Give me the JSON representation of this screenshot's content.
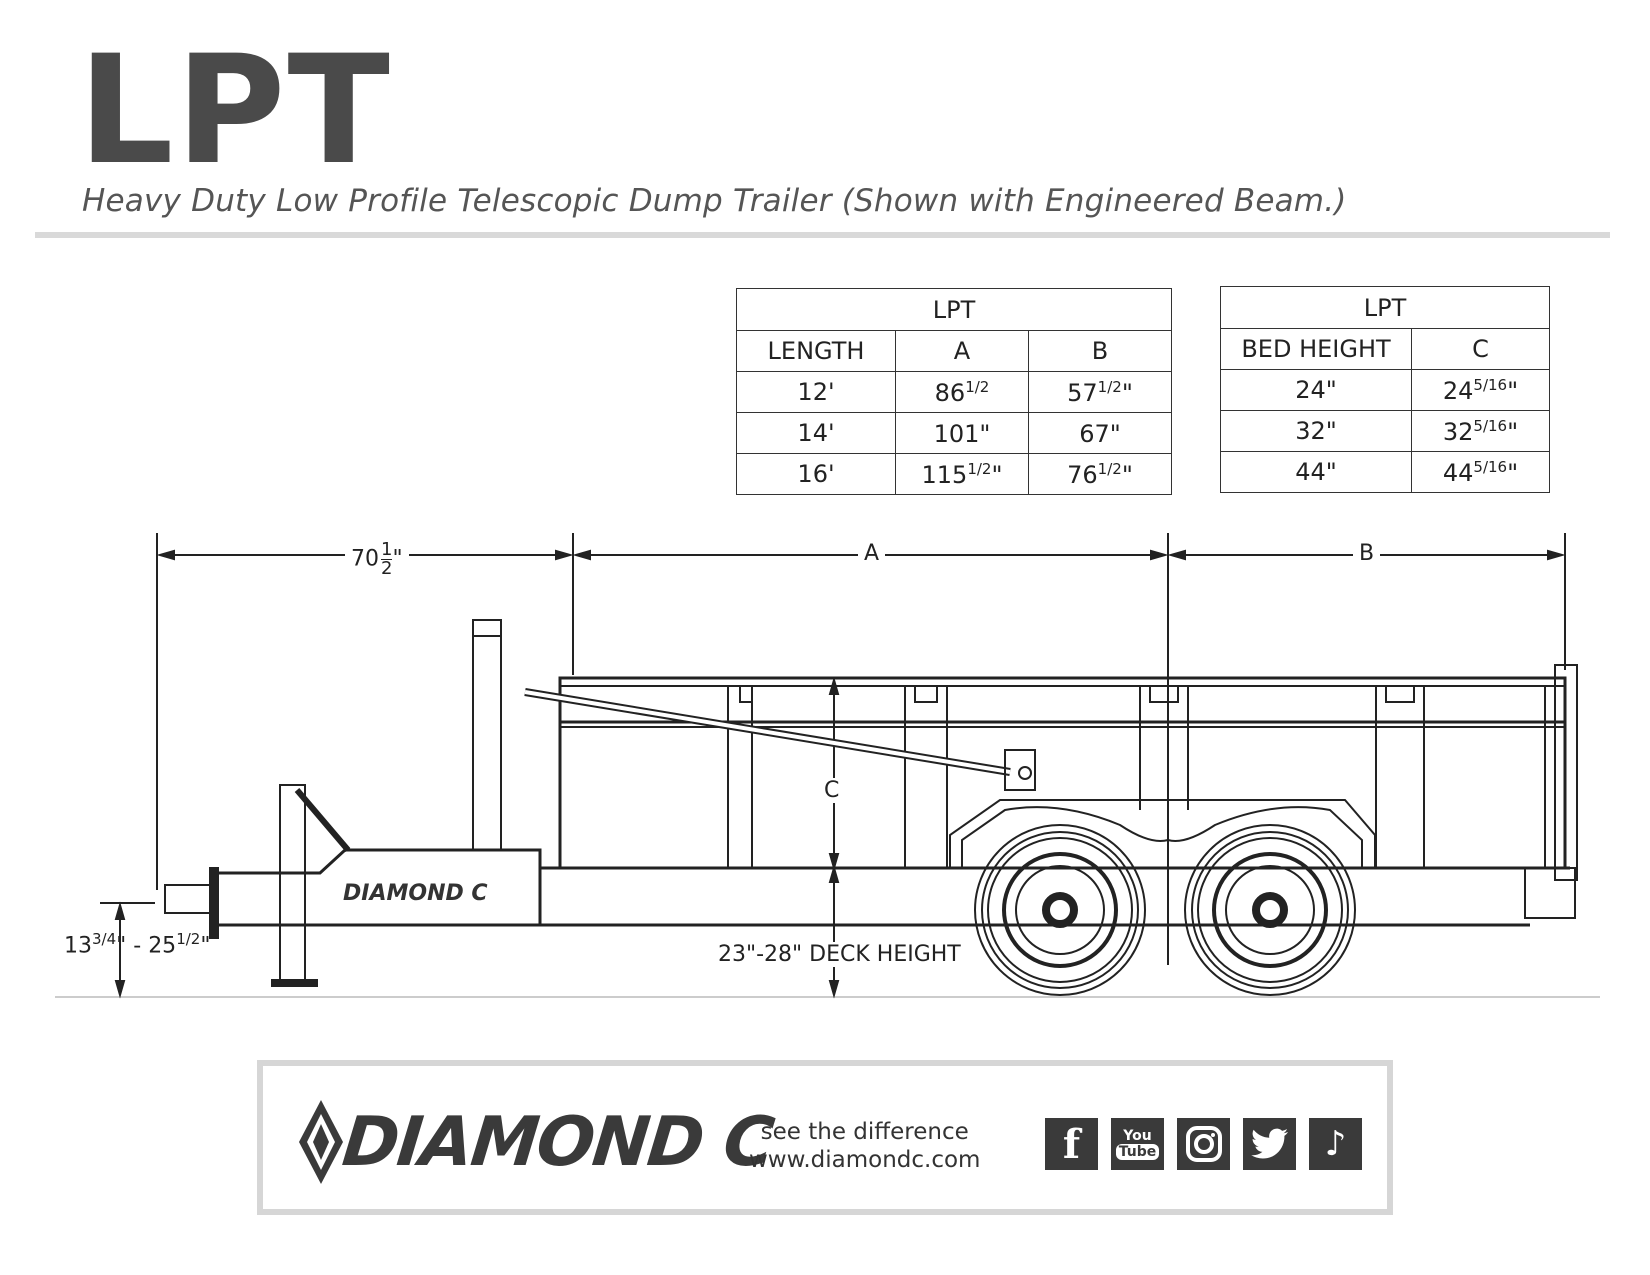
{
  "header": {
    "title": "LPT",
    "subtitle": "Heavy Duty Low Profile Telescopic Dump Trailer (Shown with Engineered Beam.)"
  },
  "table_length": {
    "title": "LPT",
    "columns": [
      "LENGTH",
      "A",
      "B"
    ],
    "rows": [
      {
        "length": "12'",
        "a_whole": "86",
        "a_frac": "1/2",
        "a_unit": "",
        "b_whole": "57",
        "b_frac": "1/2",
        "b_unit": "\""
      },
      {
        "length": "14'",
        "a_whole": "101\"",
        "a_frac": "",
        "a_unit": "",
        "b_whole": "67\"",
        "b_frac": "",
        "b_unit": ""
      },
      {
        "length": "16'",
        "a_whole": "115",
        "a_frac": "1/2",
        "a_unit": "\"",
        "b_whole": "76",
        "b_frac": "1/2",
        "b_unit": "\""
      }
    ]
  },
  "table_bed": {
    "title": "LPT",
    "columns": [
      "BED HEIGHT",
      "C"
    ],
    "rows": [
      {
        "bed": "24\"",
        "c_whole": "24",
        "c_frac": "5/16",
        "c_unit": "\""
      },
      {
        "bed": "32\"",
        "c_whole": "32",
        "c_frac": "5/16",
        "c_unit": "\""
      },
      {
        "bed": "44\"",
        "c_whole": "44",
        "c_frac": "5/16",
        "c_unit": "\""
      }
    ]
  },
  "drawing": {
    "dim_tongue": "70 1/2\"",
    "dim_tongue_whole": "70",
    "dim_tongue_frac_num": "1",
    "dim_tongue_frac_den": "2",
    "dim_a": "A",
    "dim_b": "B",
    "dim_c": "C",
    "coupler_height": "13 3/4\" - 25 1/2\"",
    "coupler_whole1": "13",
    "coupler_frac1": "3/4",
    "coupler_whole2": "25",
    "coupler_frac2": "1/2",
    "deck_height": "23\"-28\" DECK HEIGHT",
    "tongue_logo": "DIAMOND C"
  },
  "footer": {
    "brand": "DIAMOND C",
    "tagline": "see the difference",
    "website": "www.diamondc.com",
    "social": [
      {
        "name": "facebook",
        "glyph": "f"
      },
      {
        "name": "youtube",
        "glyph": "You\nTube"
      },
      {
        "name": "instagram",
        "glyph": ""
      },
      {
        "name": "twitter",
        "glyph": ""
      },
      {
        "name": "tiktok",
        "glyph": "♪"
      }
    ]
  },
  "colors": {
    "title": "#4a4a4a",
    "line": "#333333",
    "rule": "#d9d9d9",
    "footer_border": "#d6d6d6",
    "icon_bg": "#3a3a3a"
  }
}
